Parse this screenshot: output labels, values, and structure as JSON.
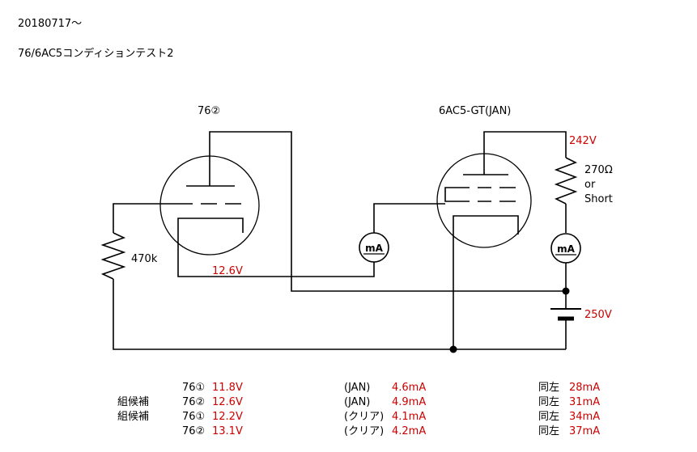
{
  "header": {
    "date": "20180717〜",
    "title": "76/6AC5コンディションテスト2"
  },
  "circuit": {
    "tube1_label": "76②",
    "tube2_label": "6AC5-GT(JAN)",
    "plate_voltage": "242V",
    "load_label_line1": "270Ω",
    "load_label_line2": "or",
    "load_label_line3": "Short",
    "grid_resistor": "470k",
    "heater_voltage": "12.6V",
    "supply_voltage": "250V",
    "meter_label": "mA"
  },
  "results": [
    {
      "group": "",
      "tube": "76①",
      "heater": "11.8V",
      "type": "(JAN)",
      "current1": "4.6mA",
      "same": "同左",
      "current2": "28mA"
    },
    {
      "group": "組候補",
      "tube": "76②",
      "heater": "12.6V",
      "type": "(JAN)",
      "current1": "4.9mA",
      "same": "同左",
      "current2": "31mA"
    },
    {
      "group": "組候補",
      "tube": "76①",
      "heater": "12.2V",
      "type": "(クリア)",
      "current1": "4.1mA",
      "same": "同左",
      "current2": "34mA"
    },
    {
      "group": "",
      "tube": "76②",
      "heater": "13.1V",
      "type": "(クリア)",
      "current1": "4.2mA",
      "same": "同左",
      "current2": "37mA"
    }
  ],
  "colors": {
    "line": "#000000",
    "value": "#cc0000"
  }
}
